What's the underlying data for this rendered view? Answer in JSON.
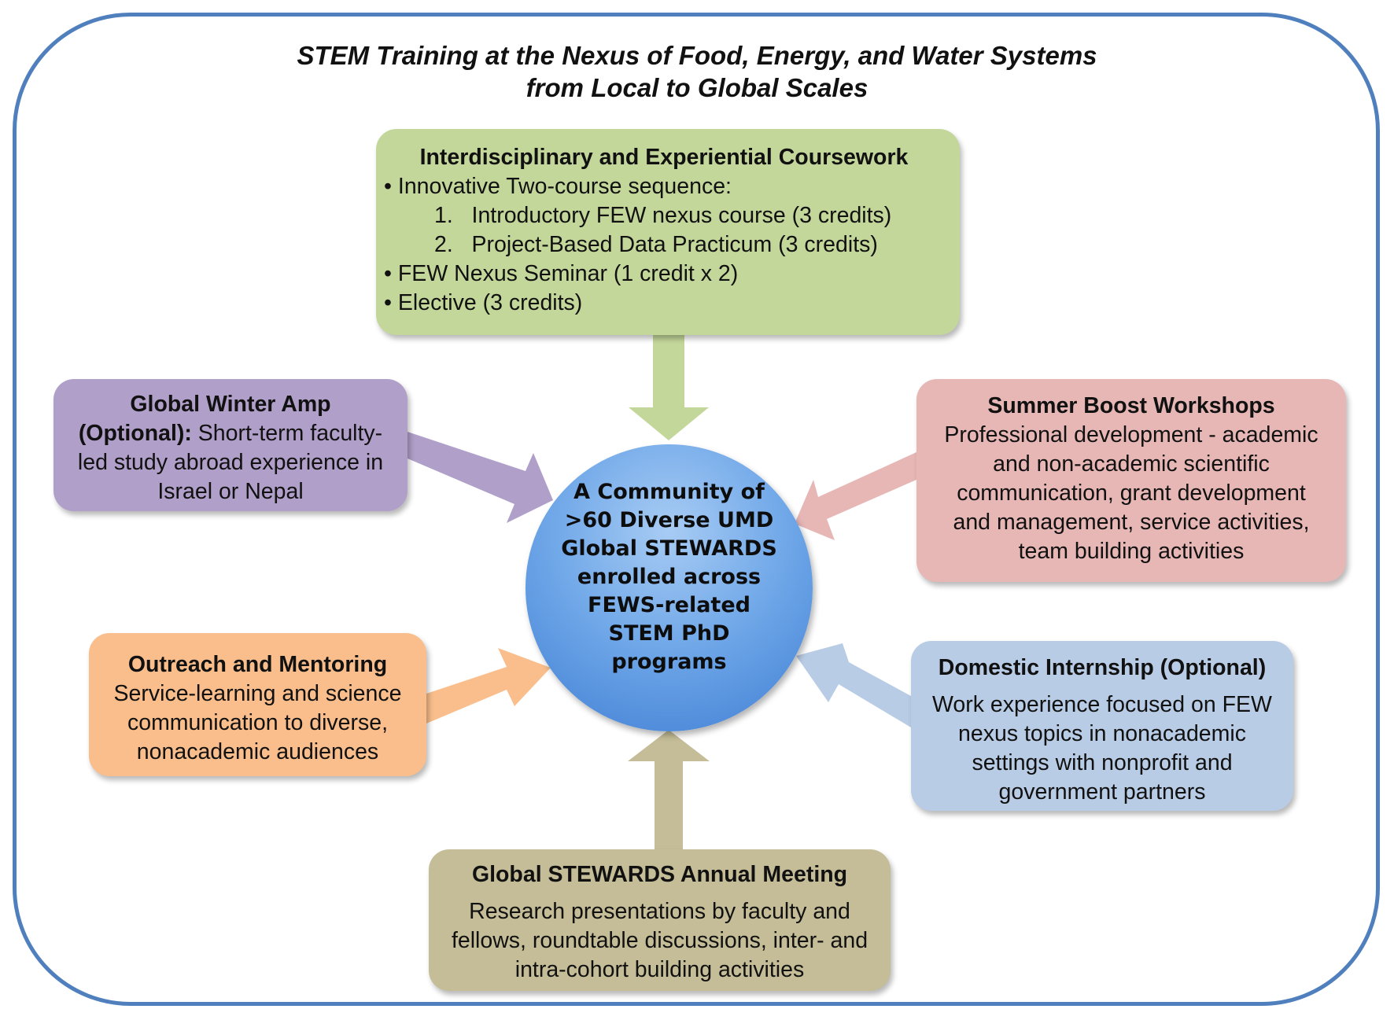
{
  "title": {
    "line1": "STEM Training at the Nexus of Food, Energy, and Water Systems",
    "line2": "from Local to Global Scales"
  },
  "center": {
    "lines": [
      "A Community of",
      ">60 Diverse UMD",
      "Global STEWARDS",
      "enrolled across",
      "FEWS-related",
      "STEM PhD",
      "programs"
    ]
  },
  "coursework": {
    "heading": "Interdisciplinary and Experiential Coursework",
    "bullet1": "• Innovative Two-course sequence:",
    "item1": "1.   Introductory FEW nexus course (3 credits)",
    "item2": "2.   Project-Based Data Practicum (3 credits)",
    "bullet2": "• FEW Nexus Seminar (1 credit x 2)",
    "bullet3": "• Elective (3 credits)"
  },
  "winter": {
    "heading": "Global Winter Amp",
    "label": "(Optional):",
    "line1": " Short-term faculty-",
    "line2": "led study abroad experience in",
    "line3": "Israel or Nepal"
  },
  "summer": {
    "heading": "Summer Boost Workshops",
    "lines": [
      "Professional development - academic",
      "and non-academic scientific",
      "communication, grant development",
      "and management, service activities,",
      "team building activities"
    ]
  },
  "outreach": {
    "heading": "Outreach and Mentoring",
    "lines": [
      "Service-learning and science",
      "communication to diverse,",
      "nonacademic audiences"
    ]
  },
  "domestic": {
    "heading": "Domestic Internship (Optional)",
    "lines": [
      "Work experience focused on FEW",
      "nexus topics in nonacademic",
      "settings with nonprofit and",
      "government partners"
    ]
  },
  "annual": {
    "heading": "Global STEWARDS Annual Meeting",
    "lines": [
      "Research presentations by faculty and",
      "fellows, roundtable discussions, inter- and",
      "intra-cohort building activities"
    ]
  },
  "colors": {
    "frame": "#4f80bd",
    "coursework": "#c4d79b",
    "winter": "#b09fc9",
    "summer": "#e7b7b6",
    "outreach": "#f9be8c",
    "domestic": "#b9cce5",
    "annual": "#c4bd97",
    "center": "#6fa7e8"
  }
}
